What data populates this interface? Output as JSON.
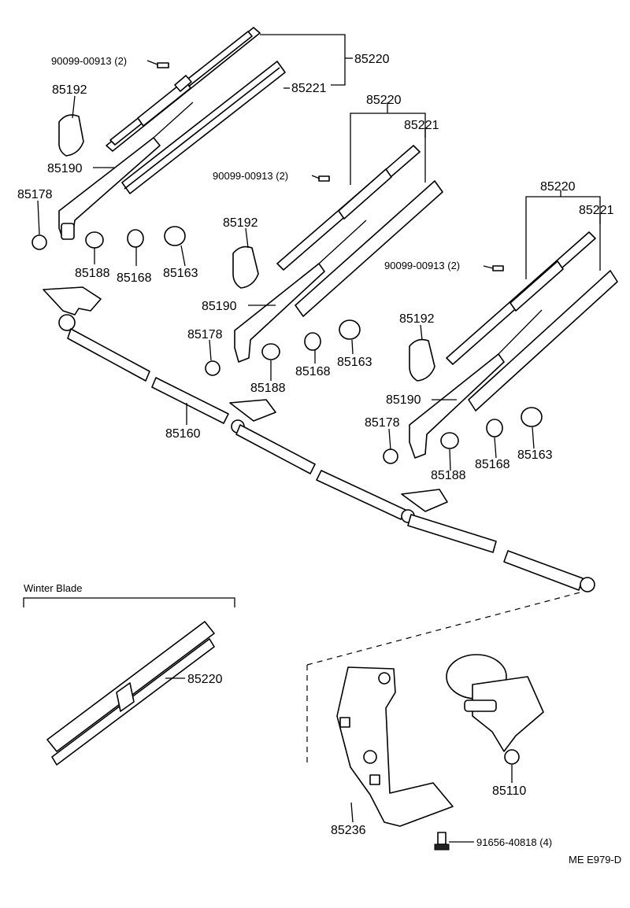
{
  "labels": {
    "screw_top": "90099-00913 (2)",
    "screw_mid": "90099-00913 (2)",
    "screw_right": "90099-00913 (2)",
    "blade_top": "85220",
    "refill_top": "85221",
    "blade_mid": "85220",
    "refill_mid": "85221",
    "blade_right": "85220",
    "refill_right": "85221",
    "cap_top": "85192",
    "cap_mid": "85192",
    "cap_right": "85192",
    "arm_top": "85190",
    "arm_mid": "85190",
    "arm_right": "85190",
    "nut_top": "85178",
    "nut_mid": "85178",
    "nut_right": "85178",
    "washer_top": "85188",
    "washer_mid": "85188",
    "washer_right": "85188",
    "bush_top": "85168",
    "bush_mid": "85168",
    "bush_right": "85168",
    "grommet_top": "85163",
    "grommet_mid": "85163",
    "grommet_right": "85163",
    "link": "85160",
    "winter_title": "Winter Blade",
    "winter_blade": "85220",
    "bracket": "85236",
    "motor": "85110",
    "bolt": "91656-40818 (4)",
    "diagram_code": "ME E979-D"
  }
}
